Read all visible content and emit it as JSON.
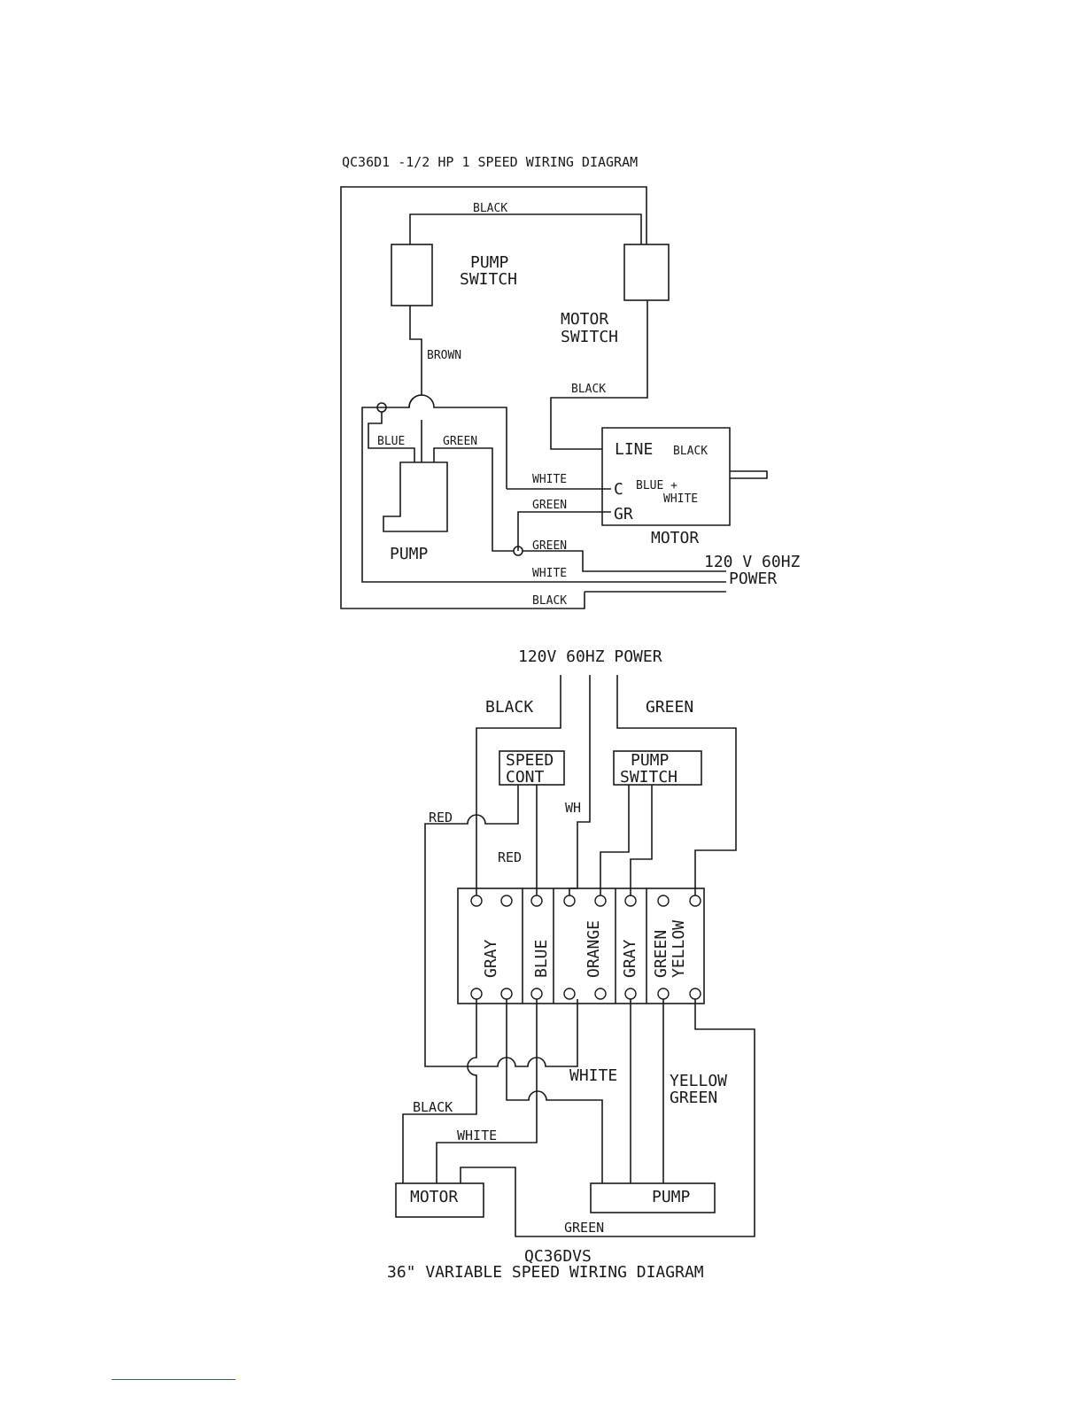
{
  "diagram1": {
    "title": "QC36D1   -1/2 HP 1 SPEED WIRING DIAGRAM",
    "pump_switch": [
      "PUMP",
      "SWITCH"
    ],
    "motor_switch": [
      "MOTOR",
      "SWITCH"
    ],
    "wire_black_top": "BLACK",
    "wire_brown": "BROWN",
    "wire_black_mid": "BLACK",
    "wire_blue": "BLUE",
    "wire_green_pump": "GREEN",
    "wire_white_c": "WHITE",
    "wire_green_gr": "GREEN",
    "wire_green_power": "GREEN",
    "wire_white_power": "WHITE",
    "wire_black_power": "BLACK",
    "motor_line": "LINE",
    "motor_line_wire": "BLACK",
    "motor_c": "C",
    "motor_gr": "GR",
    "motor_blue_white": [
      "BLUE  +",
      "WHITE"
    ],
    "motor_label": "MOTOR",
    "pump_label": "PUMP",
    "power": [
      "120 V 60HZ",
      "POWER"
    ]
  },
  "diagram2": {
    "power_title": "120V 60HZ POWER",
    "wire_black_top": "BLACK",
    "wire_green_top": "GREEN",
    "speed_cont": [
      "SPEED",
      "CONT"
    ],
    "pump_switch": [
      "PUMP",
      "SWITCH"
    ],
    "wire_red_left": "RED",
    "wire_red_mid": "RED",
    "wire_wh": "WH",
    "terminal_labels": [
      "GRAY",
      "BLUE",
      "ORANGE",
      "GRAY",
      "GREEN",
      "YELLOW"
    ],
    "wire_white_mid": "WHITE",
    "wire_yellow_green": [
      "YELLOW",
      "GREEN"
    ],
    "wire_black_motor": "BLACK",
    "wire_white_motor": "WHITE",
    "motor_label": "MOTOR",
    "pump_label": "PUMP",
    "wire_green_bottom": "GREEN",
    "title": [
      "QC36DVS",
      "36\" VARIABLE SPEED WIRING DIAGRAM"
    ]
  }
}
